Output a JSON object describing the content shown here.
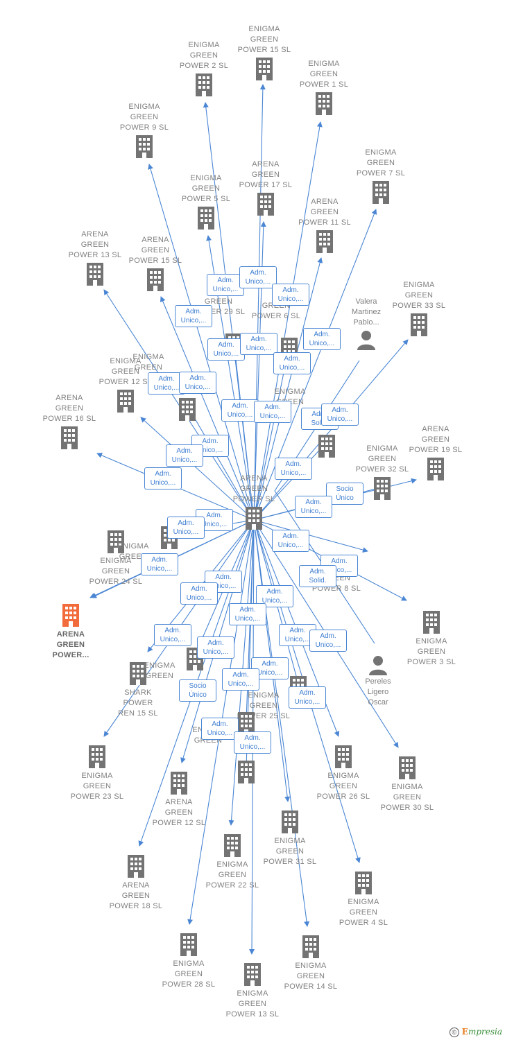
{
  "colors": {
    "edge": "#4a86d4",
    "icon": "#737373",
    "focus": "#f26b3a",
    "relation_text": "#3d7dd1"
  },
  "center": {
    "label": "ARENA\nGREEN\nPOWER  SL"
  },
  "focus": {
    "label": "ARENA\nGREEN\nPOWER..."
  },
  "companies": [
    {
      "label": "ENIGMA\nGREEN\nPOWER 2  SL",
      "icon": "building-icon"
    },
    {
      "label": "ENIGMA\nGREEN\nPOWER 15  SL",
      "icon": "building-icon"
    },
    {
      "label": "ENIGMA\nGREEN\nPOWER 1  SL",
      "icon": "building-icon"
    },
    {
      "label": "ENIGMA\nGREEN\nPOWER 9  SL",
      "icon": "building-icon"
    },
    {
      "label": "ENIGMA\nGREEN\nPOWER 7  SL",
      "icon": "building-icon"
    },
    {
      "label": "ENIGMA\nGREEN\nPOWER 5  SL",
      "icon": "building-icon"
    },
    {
      "label": "ARENA\nGREEN\nPOWER 17  SL",
      "icon": "building-icon"
    },
    {
      "label": "ARENA\nGREEN\nPOWER 11  SL",
      "icon": "building-icon"
    },
    {
      "label": "ARENA\nGREEN\nPOWER 13  SL",
      "icon": "building-icon"
    },
    {
      "label": "ARENA\nGREEN\nPOWER 15  SL",
      "icon": "building-icon"
    },
    {
      "label": "ENIGMA\nGREEN\nPOWER 33  SL",
      "icon": "building-icon"
    },
    {
      "label": "ENIGMA\nGREEN\nPOWER 12  SL",
      "icon": "building-icon"
    },
    {
      "label": "ARENA\nGREEN\nPOWER 16  SL",
      "icon": "building-icon"
    },
    {
      "label": "ARENA\nGREEN\nPOWER 19  SL",
      "icon": "building-icon"
    },
    {
      "label": "ENIGMA\nGREEN\nPOWER 32  SL",
      "icon": "building-icon"
    },
    {
      "label": "ENIGMA\nGREEN\nPOWER 24  SL",
      "icon": "building-icon"
    },
    {
      "label": "ENIGMA\nGREEN\nPOWER 8  SL",
      "icon": "building-icon"
    },
    {
      "label": "ENIGMA\nGREEN\nPOWER 3  SL",
      "icon": "building-icon"
    },
    {
      "label": "SHARK\nPOWER\nREN 15  SL",
      "icon": "building-icon"
    },
    {
      "label": "ENIGMA\nGREEN\nPOWER 23  SL",
      "icon": "building-icon"
    },
    {
      "label": "ARENA\nGREEN\nPOWER 12  SL",
      "icon": "building-icon"
    },
    {
      "label": "ENIGMA\nGREEN\nPOWER 26  SL",
      "icon": "building-icon"
    },
    {
      "label": "ENIGMA\nGREEN\nPOWER 30  SL",
      "icon": "building-icon"
    },
    {
      "label": "ENIGMA\nGREEN\nPOWER 31  SL",
      "icon": "building-icon"
    },
    {
      "label": "ENIGMA\nGREEN\nPOWER 22  SL",
      "icon": "building-icon"
    },
    {
      "label": "ARENA\nGREEN\nPOWER 18  SL",
      "icon": "building-icon"
    },
    {
      "label": "ENIGMA\nGREEN\nPOWER 4  SL",
      "icon": "building-icon"
    },
    {
      "label": "ENIGMA\nGREEN\nPOWER 28  SL",
      "icon": "building-icon"
    },
    {
      "label": "ENIGMA\nGREEN\nPOWER 14  SL",
      "icon": "building-icon"
    },
    {
      "label": "ENIGMA\nGREEN\nPOWER 13  SL",
      "icon": "building-icon"
    },
    {
      "label": "GREEN\nPOWER 29  SL",
      "icon": "building-icon"
    },
    {
      "label": "GREEN\nPOWER 6  SL",
      "icon": "building-icon"
    },
    {
      "label": "ENIGMA\nGREEN",
      "icon": "building-icon"
    },
    {
      "label": "ENIGMA\nGREEN",
      "icon": "building-icon"
    },
    {
      "label": "ENIGMA\nGREEN\nPOWER 25  SL",
      "icon": "building-icon"
    },
    {
      "label": "ENIGMA\nGREEN",
      "icon": "building-icon"
    },
    {
      "label": "ENIGMA\nGREEN",
      "icon": "building-icon"
    },
    {
      "label": "ENIGMA\nGREEN",
      "icon": "building-icon"
    },
    {
      "label": "",
      "icon": "building-icon"
    }
  ],
  "persons": [
    {
      "label": "Valera\nMartinez\nPablo...",
      "icon": "person-icon"
    },
    {
      "label": "Pereles\nLigero\nOscar",
      "icon": "person-icon"
    }
  ],
  "relations": [
    "Adm.\nUnico,...",
    "Adm.\nUnico,...",
    "Adm.\nUnico,...",
    "Adm.\nUnico,...",
    "Adm.\nUnico,...",
    "Adm.\nUnico,...",
    "Adm.\nUnico,...",
    "Adm.\nUnico,...",
    "Adm.\nUnico,...",
    "Adm.\nUnico,...",
    "Adm.\nUnico,...",
    "Adm.\nUnico,...",
    "Adm.\nSolid.",
    "Adm.\nUnico,...",
    "Adm.\nUnico,...",
    "Adm.\nUnico,...",
    "Adm.\nUnico,...",
    "Adm.\nUnico,...",
    "Socio\nÚnico",
    "Adm.\nUnico,...",
    "Adm.\nUnico,...",
    "Adm.\nUnico,...",
    "Adm.\nUnico,...",
    "Adm.\nUnico,...",
    "Adm.\nSolid.",
    "Adm.\nUnico,...",
    "Adm.\nUnico,...",
    "Adm.\nUnico,...",
    "Adm.\nUnico,...",
    "Adm.\nUnico,...",
    "Adm.\nUnico,...",
    "Adm.\nUnico,...",
    "Adm.\nUnico,...",
    "Adm.\nUnico,...",
    "Adm.\nUnico,...",
    "Socio\nÚnico",
    "Adm.\nUnico,...",
    "Adm.\nUnico,...",
    "Adm.\nUnico,...",
    "Adm.\nUnico,..."
  ],
  "footer": {
    "copyright": "©",
    "brand_initial": "E",
    "brand_rest": "mpresia"
  }
}
